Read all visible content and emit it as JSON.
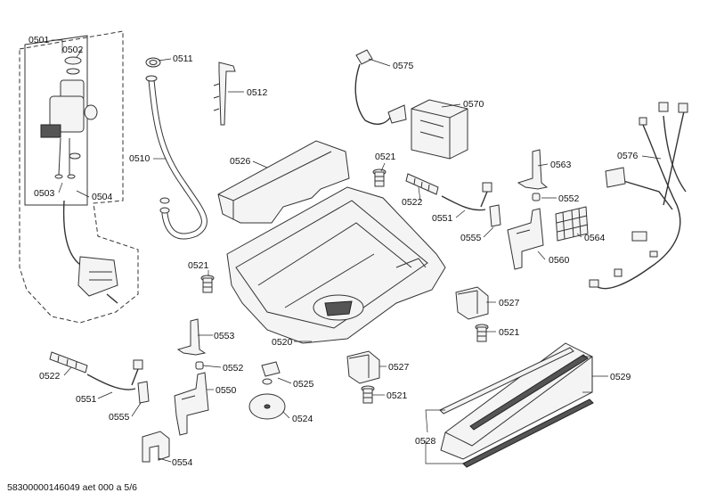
{
  "labels": {
    "p0501": "0501",
    "p0502": "0502",
    "p0503": "0503",
    "p0504": "0504",
    "p0510": "0510",
    "p0511": "0511",
    "p0512": "0512",
    "p0526": "0526",
    "p0575": "0575",
    "p0570": "0570",
    "p0521a": "0521",
    "p0522a": "0522",
    "p0551a": "0551",
    "p0555a": "0555",
    "p0563": "0563",
    "p0552a": "0552",
    "p0560": "0560",
    "p0564": "0564",
    "p0576": "0576",
    "p0521b": "0521",
    "p0520": "0520",
    "p0527a": "0527",
    "p0521c": "0521",
    "p0553": "0553",
    "p0552b": "0552",
    "p0550": "0550",
    "p0522b": "0522",
    "p0551b": "0551",
    "p0555b": "0555",
    "p0554": "0554",
    "p0525": "0525",
    "p0524": "0524",
    "p0527b": "0527",
    "p0521d": "0521",
    "p0529": "0529",
    "p0528": "0528"
  },
  "footer": "58300000146049 aet 000 a 5/6"
}
